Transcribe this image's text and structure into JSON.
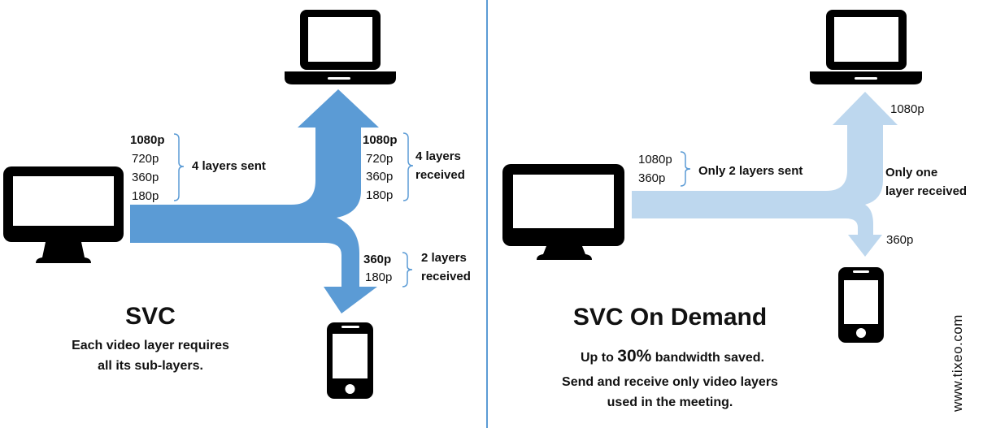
{
  "left_panel": {
    "title": "SVC",
    "caption_line1": "Each video layer requires",
    "caption_line2": "all its sub-layers.",
    "sent_layers": [
      "1080p",
      "720p",
      "360p",
      "180p"
    ],
    "sent_label": "4 layers sent",
    "laptop_layers": [
      "1080p",
      "720p",
      "360p",
      "180p"
    ],
    "laptop_label_line1": "4 layers",
    "laptop_label_line2": "received",
    "phone_layers": [
      "360p",
      "180p"
    ],
    "phone_label_line1": "2 layers",
    "phone_label_line2": "received",
    "arrow_color": "#5b9bd5"
  },
  "right_panel": {
    "title": "SVC On Demand",
    "sent_layers": [
      "1080p",
      "360p"
    ],
    "sent_label": "Only 2 layers sent",
    "laptop_layer": "1080p",
    "phone_layer": "360p",
    "received_label_line1": "Only one",
    "received_label_line2": "layer received",
    "caption_prefix": "Up to ",
    "caption_percent": "30%",
    "caption_suffix": " bandwidth  saved.",
    "caption_line2": "Send and receive only video layers",
    "caption_line3": "used in the meeting.",
    "arrow_color": "#bdd7ee"
  },
  "watermark": "www.tixeo.com",
  "divider_color": "#5b9bd5",
  "icons": [
    "desktop-monitor-icon",
    "laptop-icon",
    "smartphone-icon"
  ]
}
